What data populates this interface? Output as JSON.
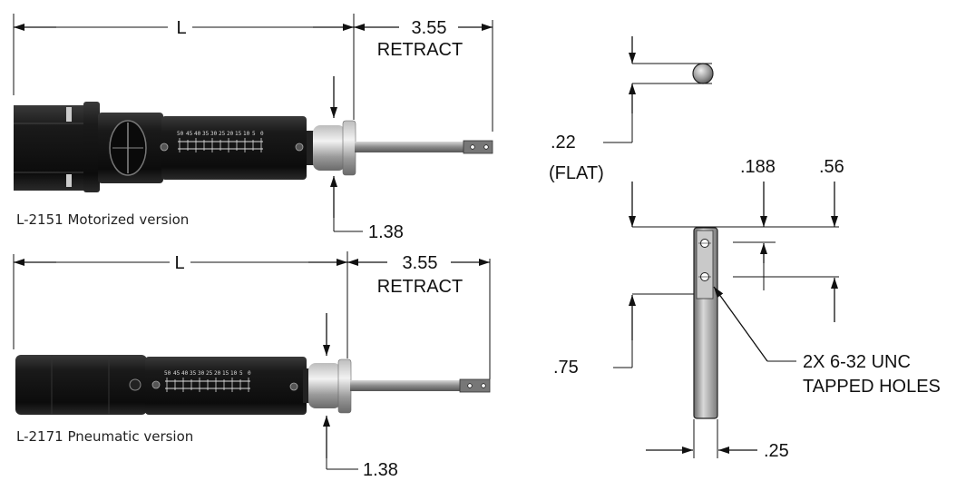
{
  "top": {
    "length_label": "L",
    "retract_value": "3.55",
    "retract_label": "RETRACT",
    "diameter_value": "1.38",
    "caption": "L-2151 Motorized version"
  },
  "bottom": {
    "length_label": "L",
    "retract_value": "3.55",
    "retract_label": "RETRACT",
    "diameter_value": "1.38",
    "caption": "L-2171 Pneumatic version"
  },
  "tip_detail": {
    "flat_value": ".22",
    "flat_label": "(FLAT)",
    "hole_spacing": ".188",
    "hole_offset": ".56",
    "length_value": ".75",
    "width_value": ".25",
    "holes_label_line1": "2X 6-32 UNC",
    "holes_label_line2": "TAPPED HOLES"
  },
  "scale_ticks": [
    "50",
    "45",
    "40",
    "35",
    "30",
    "25",
    "20",
    "15",
    "10",
    "5",
    "0"
  ]
}
